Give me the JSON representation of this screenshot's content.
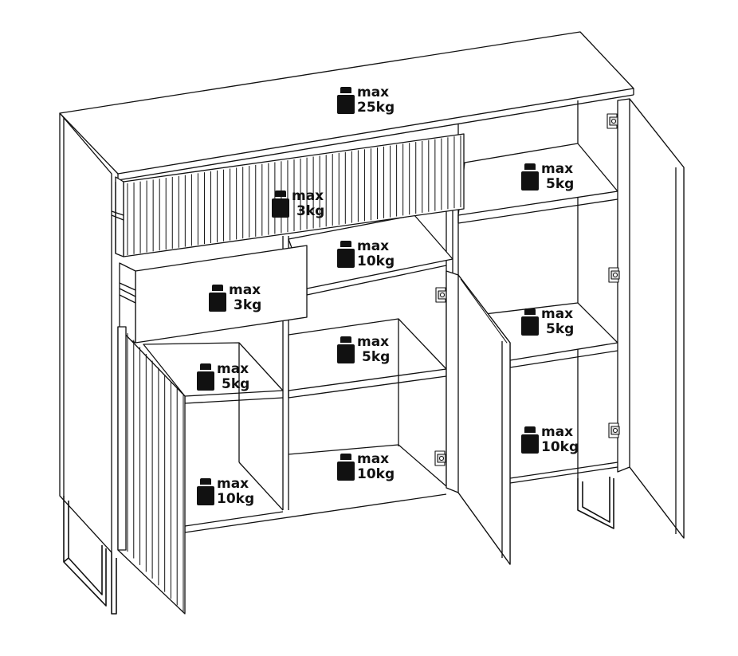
{
  "labels": [
    {
      "id": "top",
      "line1": "max",
      "line2": "25kg"
    },
    {
      "id": "drawer-top",
      "line1": "max",
      "line2": "3kg"
    },
    {
      "id": "drawer-bottom",
      "line1": "max",
      "line2": "3kg"
    },
    {
      "id": "center-upper",
      "line1": "max",
      "line2": "10kg"
    },
    {
      "id": "right-top",
      "line1": "max",
      "line2": "5kg"
    },
    {
      "id": "left-mid",
      "line1": "max",
      "line2": "5kg"
    },
    {
      "id": "center-mid",
      "line1": "max",
      "line2": "5kg"
    },
    {
      "id": "right-mid",
      "line1": "max",
      "line2": "5kg"
    },
    {
      "id": "left-bottom",
      "line1": "max",
      "line2": "10kg"
    },
    {
      "id": "center-bottom",
      "line1": "max",
      "line2": "10kg"
    },
    {
      "id": "right-bottom",
      "line1": "max",
      "line2": "10kg"
    }
  ],
  "icons": {
    "weight": "weight-icon",
    "hinge": "hinge-icon"
  },
  "colors": {
    "line": "#111111",
    "background": "#ffffff",
    "weight": "#111111"
  }
}
